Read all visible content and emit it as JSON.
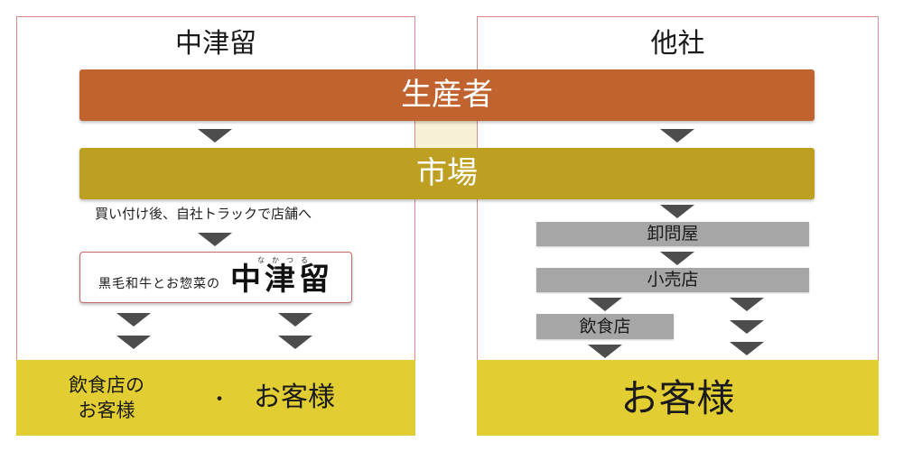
{
  "left_panel": {
    "title": "中津留"
  },
  "right_panel": {
    "title": "他社"
  },
  "stages": {
    "producer": "生産者",
    "market": "市場"
  },
  "left_flow": {
    "note": "買い付け後、自社トラックで店舗へ",
    "logo": {
      "subtitle": "黒毛和牛とお惣菜の",
      "name": "中津留",
      "ruby": "なかつる"
    },
    "customer_restaurant": [
      "飲食店の",
      "お客様"
    ],
    "separator": "・",
    "customer_main": "お客様"
  },
  "right_flow": {
    "wholesaler": "卸問屋",
    "retailer": "小売店",
    "restaurant": "飲食店",
    "customer_main": "お客様"
  },
  "colors": {
    "producer": "#c1632f",
    "market": "#bda022",
    "customer": "#e2cd32",
    "intermediary": "#a6a6a6",
    "arrow": "#4d4d4d",
    "panel_border": "#d98a8a"
  }
}
